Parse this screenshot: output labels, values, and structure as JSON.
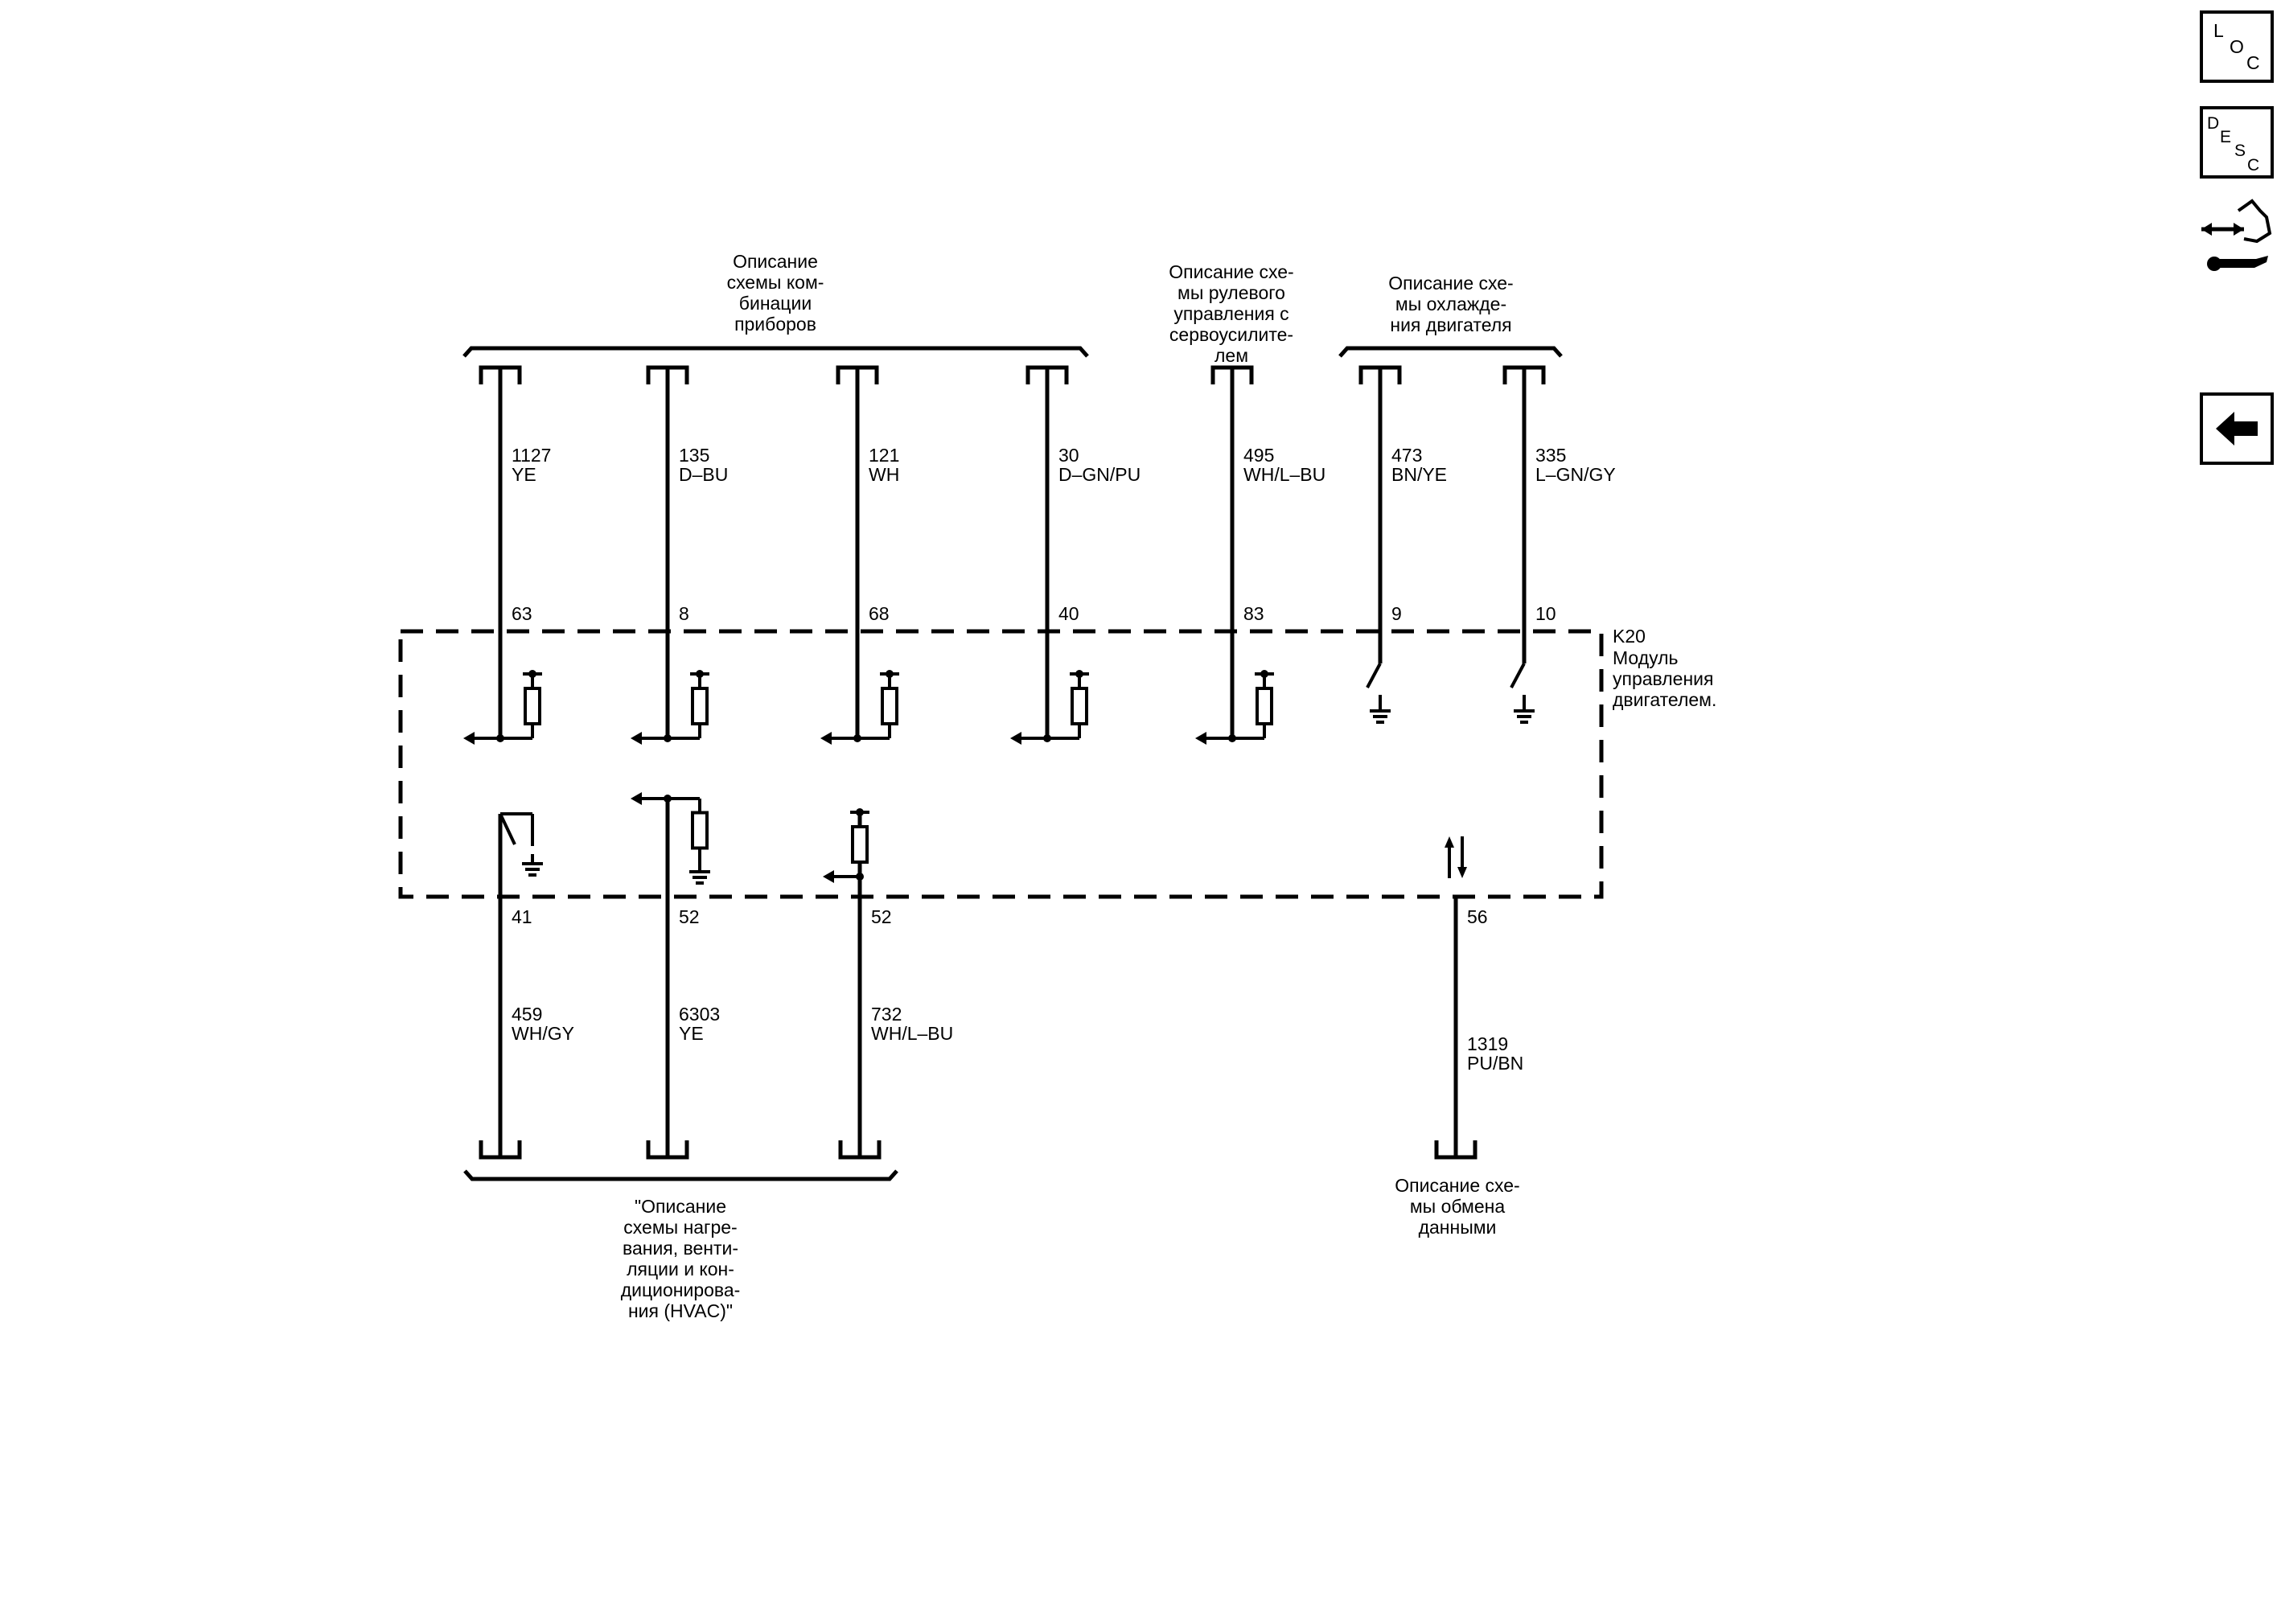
{
  "sidebar": {
    "loc": [
      "L",
      "O",
      "C"
    ],
    "desc": [
      "D",
      "E",
      "S",
      "C"
    ],
    "buttons": [
      {
        "name": "loc-button",
        "icon": "loc-icon"
      },
      {
        "name": "desc-button",
        "icon": "desc-icon"
      },
      {
        "name": "connector-tool-button",
        "icon": "connector-wrench-icon"
      },
      {
        "name": "back-button",
        "icon": "arrow-left-icon"
      }
    ]
  },
  "module": {
    "ref": "K20",
    "name": [
      "Модуль",
      "управления",
      "двигателем."
    ]
  },
  "top_groups": [
    {
      "id": "instrument",
      "lines": [
        "Описание",
        "схемы ком-",
        "бинации",
        "приборов"
      ]
    },
    {
      "id": "steering",
      "lines": [
        "Описание схе-",
        "мы рулевого",
        "управления с",
        "сервоусилите-",
        "лем"
      ]
    },
    {
      "id": "cooling",
      "lines": [
        "Описание схе-",
        "мы охлажде-",
        "ния двигателя"
      ]
    }
  ],
  "bottom_groups": [
    {
      "id": "hvac",
      "lines": [
        "\"Описание",
        "схемы нагре-",
        "вания, венти-",
        "ляции и кон-",
        "диционирова-",
        "ния (HVAC)\""
      ]
    },
    {
      "id": "data",
      "lines": [
        "Описание схе-",
        "мы обмена",
        "данными"
      ]
    }
  ],
  "top_wires": [
    {
      "circuit": "1127",
      "color": "YE",
      "pin": "63",
      "internal": "pullup-input"
    },
    {
      "circuit": "135",
      "color": "D–BU",
      "pin": "8",
      "internal": "pullup-input"
    },
    {
      "circuit": "121",
      "color": "WH",
      "pin": "68",
      "internal": "pullup-input"
    },
    {
      "circuit": "30",
      "color": "D–GN/PU",
      "pin": "40",
      "internal": "pullup-input"
    },
    {
      "circuit": "495",
      "color": "WH/L–BU",
      "pin": "83",
      "internal": "pullup-input"
    },
    {
      "circuit": "473",
      "color": "BN/YE",
      "pin": "9",
      "internal": "low-side-switch"
    },
    {
      "circuit": "335",
      "color": "L–GN/GY",
      "pin": "10",
      "internal": "low-side-switch"
    }
  ],
  "bottom_wires": [
    {
      "circuit": "459",
      "color": "WH/GY",
      "pin": "41",
      "internal": "low-side-switch"
    },
    {
      "circuit": "6303",
      "color": "YE",
      "pin": "52",
      "internal": "pulldown-input"
    },
    {
      "circuit": "732",
      "color": "WH/L–BU",
      "pin": "52",
      "internal": "pullup-input"
    },
    {
      "circuit": "1319",
      "color": "PU/BN",
      "pin": "56",
      "internal": "serial-data"
    }
  ]
}
